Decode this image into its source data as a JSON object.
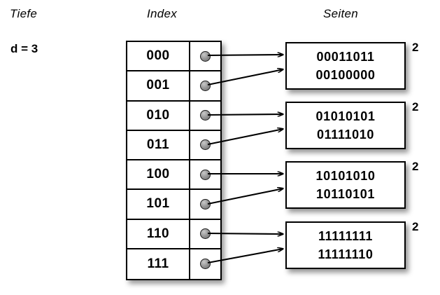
{
  "headers": {
    "depth": "Tiefe",
    "index": "Index",
    "pages": "Seiten"
  },
  "depth": {
    "label": "d = 3"
  },
  "index_table": {
    "rows": [
      {
        "key": "000",
        "pointer": "pointer-dot",
        "target": 0
      },
      {
        "key": "001",
        "pointer": "pointer-dot",
        "target": 0
      },
      {
        "key": "010",
        "pointer": "pointer-dot",
        "target": 1
      },
      {
        "key": "011",
        "pointer": "pointer-dot",
        "target": 1
      },
      {
        "key": "100",
        "pointer": "pointer-dot",
        "target": 2
      },
      {
        "key": "101",
        "pointer": "pointer-dot",
        "target": 2
      },
      {
        "key": "110",
        "pointer": "pointer-dot",
        "target": 3
      },
      {
        "key": "111",
        "pointer": "pointer-dot",
        "target": 3
      }
    ]
  },
  "pages": [
    {
      "line1": "00011011",
      "line2": "00100000",
      "count": "2"
    },
    {
      "line1": "01010101",
      "line2": "01111010",
      "count": "2"
    },
    {
      "line1": "10101010",
      "line2": "10110101",
      "count": "2"
    },
    {
      "line1": "11111111",
      "line2": "11111110",
      "count": "2"
    }
  ],
  "colors": {
    "background": "#ffffff",
    "stroke": "#000000",
    "dot_fill": "#8c8c8c",
    "shadow": "rgba(0,0,0,0.42)"
  }
}
